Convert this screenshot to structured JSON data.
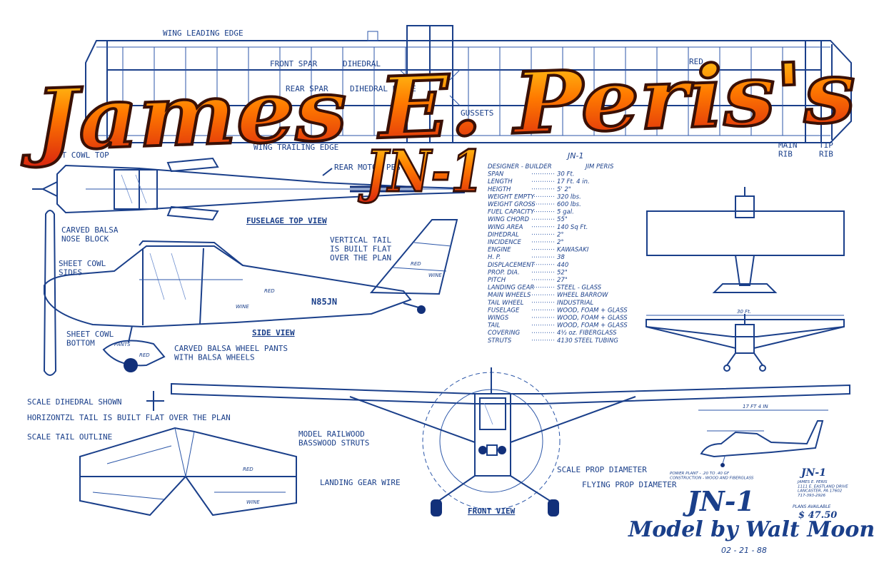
{
  "title": {
    "main": "James E. Peris's",
    "model": "JN-1",
    "colors": {
      "top": "#ffd21a",
      "mid": "#ff7a00",
      "deep": "#d9230f",
      "edge": "#3a1005"
    }
  },
  "wing_top": {
    "leading_edge": "WING LEADING EDGE",
    "trailing_edge": "WING TRAILING EDGE",
    "front_spar": "FRONT SPAR",
    "rear_spar": "REAR SPAR",
    "dihedral_1": "DIHEDRAL",
    "dihedral_2": "DIHEDRAL BRACE",
    "gussets": "GUSSETS",
    "main_rib": "MAIN\nRIB",
    "tip_rib": "TIP\nRIB",
    "color_note": "RED"
  },
  "fuselage_top": {
    "sheet_cowl_top": "SHEET COWL TOP",
    "rear_motor_peg": "REAR MOTOR PEG",
    "label": "FUSELAGE TOP VIEW"
  },
  "side_view": {
    "carved_nose": "CARVED BALSA\nNOSE BLOCK",
    "sheet_cowl_sides": "SHEET COWL\nSIDES",
    "sheet_cowl_bottom": "SHEET COWL\nBOTTOM",
    "vertical_tail": "VERTICAL TAIL\nIS BUILT FLAT\nOVER THE PLAN",
    "wheel_pants": "CARVED BALSA WHEEL PANTS\nWITH BALSA WHEELS",
    "registration": "N85JN",
    "label": "SIDE VIEW",
    "color_red": "RED",
    "color_wine": "WINE"
  },
  "specs": {
    "title": "JN-1",
    "rows": [
      [
        "DESIGNER - BUILDER",
        "JIM PERIS"
      ],
      [
        "SPAN",
        "30 Ft."
      ],
      [
        "LENGTH",
        "17 Ft. 4 in."
      ],
      [
        "HEIGTH",
        "5' 2\""
      ],
      [
        "WEIGHT EMPTY",
        "320 lbs."
      ],
      [
        "WEIGHT GROSS",
        "600 lbs."
      ],
      [
        "FUEL CAPACITY",
        "5 gal."
      ],
      [
        "WING CHORD",
        "55\""
      ],
      [
        "WING AREA",
        "140 Sq Ft."
      ],
      [
        "DIHEDRAL",
        "2°"
      ],
      [
        "INCIDENCE",
        "2°"
      ],
      [
        "ENGINE",
        "KAWASAKI"
      ],
      [
        "H. P.",
        "38"
      ],
      [
        "DISPLACEMENT",
        "440"
      ],
      [
        "PROP. DIA.",
        "52\""
      ],
      [
        "PITCH",
        "27\""
      ],
      [
        "LANDING GEAR",
        "STEEL - GLASS"
      ],
      [
        "MAIN WHEELS",
        "WHEEL BARROW"
      ],
      [
        "TAIL WHEEL",
        "INDUSTRIAL"
      ],
      [
        "FUSELAGE",
        "WOOD, FOAM + GLASS"
      ],
      [
        "WINGS",
        "WOOD, FOAM + GLASS"
      ],
      [
        "TAIL",
        "WOOD, FOAM + GLASS"
      ],
      [
        "COVERING",
        "4½ oz. FIBERGLASS"
      ],
      [
        "STRUTS",
        "4130 STEEL TUBING"
      ]
    ]
  },
  "three_view": {
    "span_label": "30 Ft."
  },
  "tail": {
    "scale_dihedral": "SCALE DIHEDRAL SHOWN",
    "horizontal_tail": "HORIZONTZL TAIL IS BUILT FLAT OVER THE PLAN",
    "scale_tail_outline": "SCALE TAIL OUTLINE",
    "color_red": "RED",
    "color_wine": "WINE"
  },
  "front_view": {
    "struts": "MODEL RAILWOOD\nBASSWOOD STRUTS",
    "landing_gear": "LANDING GEAR WIRE",
    "scale_prop": "SCALE PROP DIAMETER",
    "flying_prop": "FLYING PROP DIAMETER",
    "label": "FRONT VIEW"
  },
  "info_box": {
    "length_label": "17 FT 4 IN",
    "small_jn": "JN-1",
    "address": "JAMES E. PERIS\n1111 E. EASTLAND DRIVE\nLANCASTER, PA 17602\n717-393-2926",
    "power": "POWER PLANT - .20 TO .40 GF\nCONSTRUCTION - WOOD AND FIBERGLASS",
    "plans": "PLANS AVAILABLE",
    "price": "$ 47.50"
  },
  "credits": {
    "big_jn": "JN-1",
    "model_by": "Model by Walt Mooney",
    "date": "02 - 21 - 88"
  }
}
